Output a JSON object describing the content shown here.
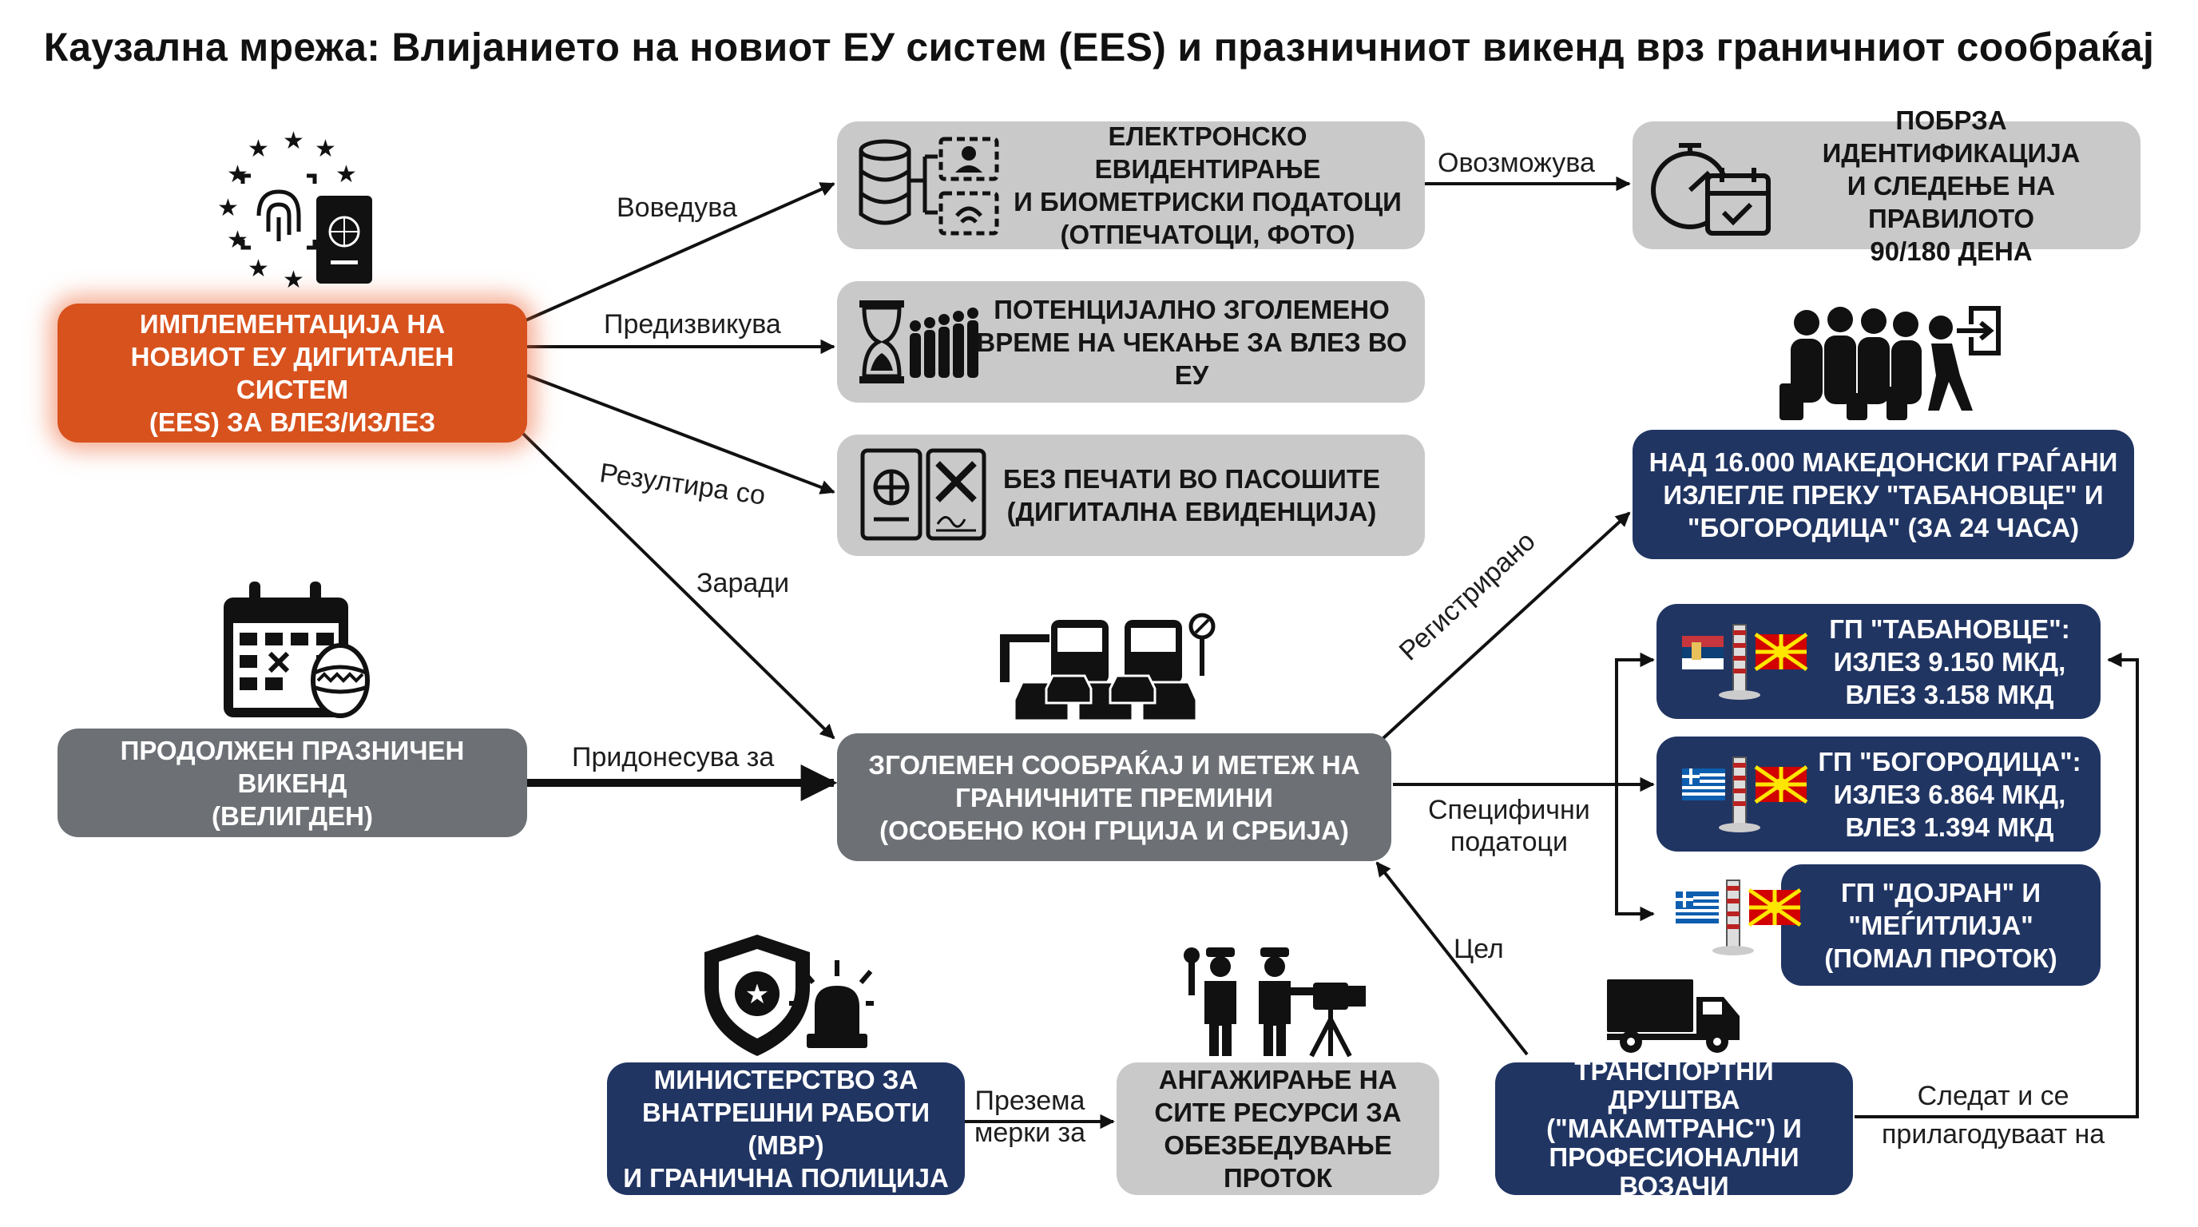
{
  "title": "Каузална мрежа: Влијанието на новиот ЕУ систем (EES) и празничниот викенд врз граничниот сообраќај",
  "nodes": {
    "ees": "ИМПЛЕМЕНТАЦИЈА НА\nНОВИОТ ЕУ ДИГИТАЛЕН СИСТЕМ\n(EES) ЗА ВЛЕЗ/ИЗЛЕЗ",
    "biometric": "ЕЛЕКТРОНСКО ЕВИДЕНТИРАЊЕ\nИ БИОМЕТРИСКИ ПОДАТОЦИ\n(ОТПЕЧАТОЦИ, ФОТО)",
    "faster_id": "ПОБРЗА ИДЕНТИФИКАЦИЈА\nИ СЛЕДЕЊЕ НА ПРАВИЛОТО\n90/180 ДЕНА",
    "waiting": "ПОТЕНЦИЈАЛНО ЗГОЛЕМЕНО\nВРЕМЕ НА ЧЕКАЊЕ ЗА ВЛЕЗ ВО ЕУ",
    "no_stamps": "БЕЗ ПЕЧАТИ ВО ПАСОШИТЕ\n(ДИГИТАЛНА ЕВИДЕНЦИЈА)",
    "weekend": "ПРОДОЛЖЕН ПРАЗНИЧЕН ВИКЕНД\n(ВЕЛИГДЕН)",
    "traffic": "ЗГОЛЕМЕН СООБРАЌАЈ И МЕТЕЖ НА\nГРАНИЧНИТЕ ПРЕМИНИ\n(ОСОБЕНО КОН ГРЦИЈА И СРБИЈА)",
    "citizens": "НАД 16.000 МАКЕДОНСКИ ГРАЃАНИ\nИЗЛЕГЛЕ ПРЕКУ \"ТАБАНОВЦЕ\" И\n\"БОГОРОДИЦА\" (ЗА 24 ЧАСА)",
    "tabanovce": "ГП \"ТАБАНОВЦЕ\":\nИЗЛЕЗ 9.150 МКД,\nВЛЕЗ 3.158 МКД",
    "bogorodica": "ГП \"БОГОРОДИЦА\":\nИЗЛЕЗ 6.864 МКД,\nВЛЕЗ 1.394 МКД",
    "dojran": "ГП \"ДОЈРАН\" И\n\"МЕЃИТЛИЈА\"\n(ПОМАЛ ПРОТОК)",
    "mvr": "МИНИСТЕРСТВО ЗА\nВНАТРЕШНИ РАБОТИ (МВР)\nИ ГРАНИЧНА ПОЛИЦИЈА",
    "resources": "АНГАЖИРАЊЕ НА\nСИТЕ РЕСУРСИ ЗА\nОБЕЗБЕДУВАЊЕ ПРОТОК",
    "transport": "ТРАНСПОРТНИ ДРУШТВА\n(\"МАКАМТРАНС\") И\nПРОФЕСИОНАЛНИ\nВОЗАЧИ"
  },
  "edges": {
    "introduces": "Воведува",
    "causes": "Предизвикува",
    "results_in": "Резултира со",
    "because_of": "Заради",
    "enables": "Овозможува",
    "contributes_to": "Придонесува за",
    "registered": "Регистрирано",
    "specific_data": "Специфични\nподатоци",
    "goal": "Цел",
    "takes_measures": "Презема\nмерки за",
    "follow_adapt": "Следат и се\nприлагодуваат на"
  },
  "colors": {
    "orange": "#d8521e",
    "gray": "#c9c9c9",
    "dark_gray": "#6d7176",
    "navy": "#213563",
    "arrow": "#111111"
  },
  "icons": {
    "ees": "eu-stars-fingerprint-passport-icon",
    "biometric": "database-biometrics-icon",
    "faster_id": "stopwatch-calendar-icon",
    "waiting": "hourglass-queue-icon",
    "no_stamps": "passport-crossed-icon",
    "weekend": "calendar-easter-egg-icon",
    "traffic": "traffic-jam-buses-cars-icon",
    "citizens": "crowd-travelers-exit-icon",
    "mvr": "police-shield-siren-icon",
    "resources": "police-officers-camera-icon",
    "transport": "truck-icon",
    "flag_serbia": "serbia-flag-icon",
    "flag_greece": "greece-flag-icon",
    "flag_macedonia": "north-macedonia-flag-icon"
  }
}
